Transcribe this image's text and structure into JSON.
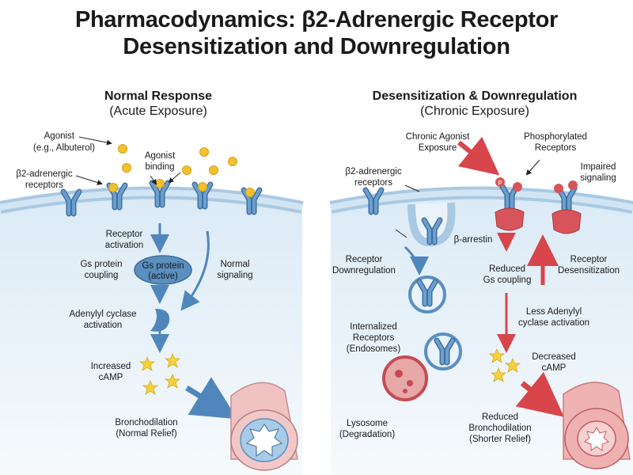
{
  "title": {
    "line1": "Pharmacodynamics: β2-Adrenergic Receptor",
    "line2": "Desensitization and Downregulation"
  },
  "left_panel": {
    "heading": "Normal Response",
    "subheading": "(Acute Exposure)",
    "labels": {
      "agonist_l1": "Agonist",
      "agonist_l2": "(e.g., Albuterol)",
      "binding_l1": "Agonist",
      "binding_l2": "binding",
      "receptors_l1": "β2-adrenergic",
      "receptors_l2": "receptors",
      "activation_l1": "Receptor",
      "activation_l2": "activation",
      "gs_coupling_l1": "Gs protein",
      "gs_coupling_l2": "coupling",
      "gs_active_l1": "Gs protein",
      "gs_active_l2": "(active)",
      "normal_signaling_l1": "Normal",
      "normal_signaling_l2": "signaling",
      "adenylyl_l1": "Adenylyl cyclase",
      "adenylyl_l2": "activation",
      "camp_l1": "Increased",
      "camp_l2": "cAMP",
      "broncho_l1": "Bronchodilation",
      "broncho_l2": "(Normal Relief)"
    }
  },
  "right_panel": {
    "heading": "Desensitization & Downregulation",
    "subheading": "(Chronic Exposure)",
    "labels": {
      "chronic_l1": "Chronic Agonist",
      "chronic_l2": "Exposure",
      "phospho_l1": "Phosphorylated",
      "phospho_l2": "Receptors",
      "impaired_l1": "Impaired",
      "impaired_l2": "signaling",
      "receptors_l1": "β2-adrenergic",
      "receptors_l2": "receptors",
      "arrestin": "β-arrestin",
      "p_mark": "P",
      "downreg_l1": "Receptor",
      "downreg_l2": "Downregulation",
      "reduced_gs_l1": "Reduced",
      "reduced_gs_l2": "Gs coupling",
      "desens_l1": "Receptor",
      "desens_l2": "Desensitization",
      "less_ac_l1": "Less Adenylyl",
      "less_ac_l2": "cyclase activation",
      "internal_l1": "Internalized",
      "internal_l2": "Receptors",
      "internal_l3": "(Endosomes)",
      "decreased_l1": "Decreased",
      "decreased_l2": "cAMP",
      "lysosome_l1": "Lysosome",
      "lysosome_l2": "(Degradation)",
      "reduced_broncho_l1": "Reduced",
      "reduced_broncho_l2": "Bronchodilation",
      "reduced_broncho_l3": "(Shorter Relief)"
    }
  },
  "colors": {
    "membrane": "#bcd6ea",
    "receptor": "#5a8fc0",
    "receptor_red": "#d9545a",
    "arrow_blue": "#4f86bb",
    "arrow_red": "#d8454b",
    "agonist": "#f2c12e",
    "camp": "#f5d23a",
    "cytoplasm": "#eaf3fa"
  }
}
